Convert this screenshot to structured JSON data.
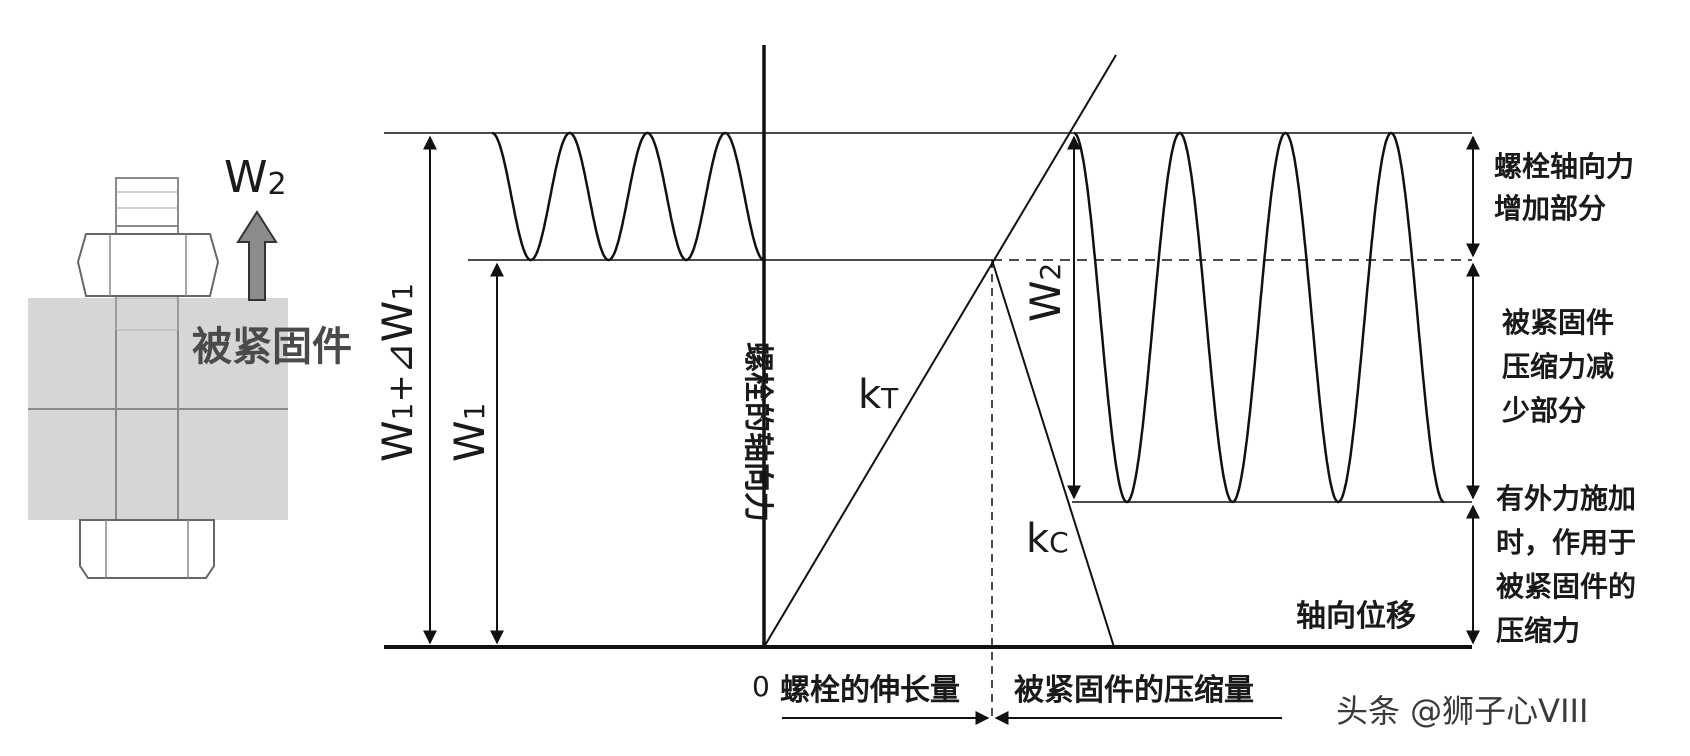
{
  "left_panel": {
    "force_label": "W",
    "force_sub": "2",
    "fastened_part_label": "被紧固件"
  },
  "graph": {
    "y_axis_label": "螺栓的轴向力",
    "origin_label": "0",
    "kt_label": "k",
    "kt_sub": "T",
    "kc_label": "k",
    "kc_sub": "C",
    "w1_label": "W",
    "w1_sub": "1",
    "w1_total_a": "W",
    "w1_total_sub1": "1",
    "w1_total_plus": "+",
    "w1_total_delta": "⊿",
    "w1_total_b": "W",
    "w1_total_sub2": "1",
    "w2_label": "W",
    "w2_sub": "2",
    "axial_displacement": "轴向位移",
    "bolt_elongation": "螺栓的伸长量",
    "part_compression": "被紧固件的压缩量"
  },
  "right_notes": {
    "bolt_force_increase": [
      "螺栓轴向力",
      "增加部分"
    ],
    "part_force_decrease": [
      "被紧固件",
      "压缩力减",
      "少部分"
    ],
    "external_force_compression": [
      "有外力施加",
      "时，作用于",
      "被紧固件的",
      "压缩力"
    ]
  },
  "watermark": "头条 @狮子心VIII"
}
